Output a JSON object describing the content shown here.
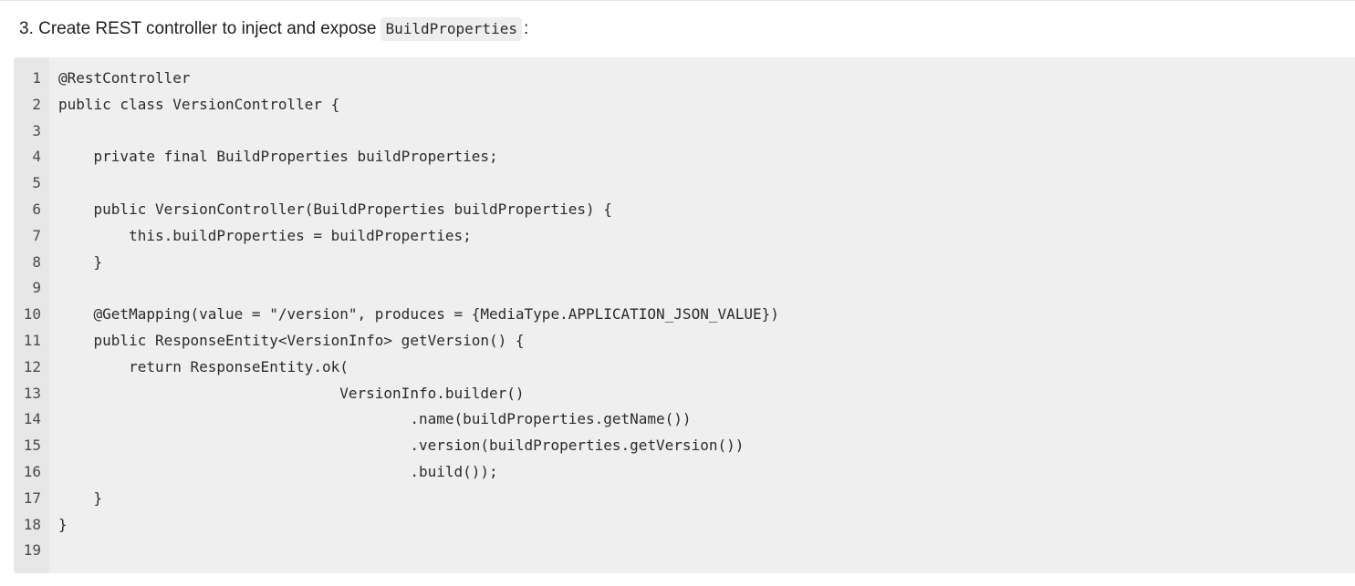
{
  "heading": {
    "text_before": "3. Create REST controller to inject and expose ",
    "inline_code": "BuildProperties",
    "text_after": ":"
  },
  "code": {
    "language": "java",
    "lines": [
      "@RestController",
      "public class VersionController {",
      "",
      "    private final BuildProperties buildProperties;",
      "",
      "    public VersionController(BuildProperties buildProperties) {",
      "        this.buildProperties = buildProperties;",
      "    }",
      "",
      "    @GetMapping(value = \"/version\", produces = {MediaType.APPLICATION_JSON_VALUE})",
      "    public ResponseEntity<VersionInfo> getVersion() {",
      "        return ResponseEntity.ok(",
      "                                VersionInfo.builder()",
      "                                        .name(buildProperties.getName())",
      "                                        .version(buildProperties.getVersion())",
      "                                        .build());",
      "    }",
      "}",
      ""
    ],
    "line_numbers": [
      "1",
      "2",
      "3",
      "4",
      "5",
      "6",
      "7",
      "8",
      "9",
      "10",
      "11",
      "12",
      "13",
      "14",
      "15",
      "16",
      "17",
      "18",
      "19"
    ]
  },
  "colors": {
    "code_background": "#efefef",
    "gutter_background": "#e7e7e7",
    "inline_code_background": "#eeeeee",
    "text": "#1f1f1f"
  }
}
